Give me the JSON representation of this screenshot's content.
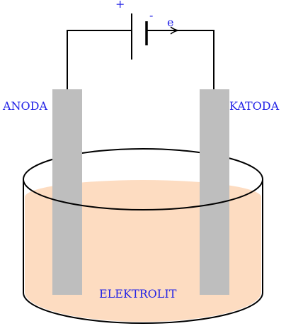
{
  "labels": {
    "plus": "+",
    "minus": "-",
    "electron": "e",
    "anode": "ANODA",
    "cathode": "KATODA",
    "electrolyte": "ELEKTROLIT"
  },
  "colors": {
    "label": "#2323e6",
    "electrolyte": "#fddcc1",
    "electrode": "#bebebe",
    "line": "#000000"
  }
}
